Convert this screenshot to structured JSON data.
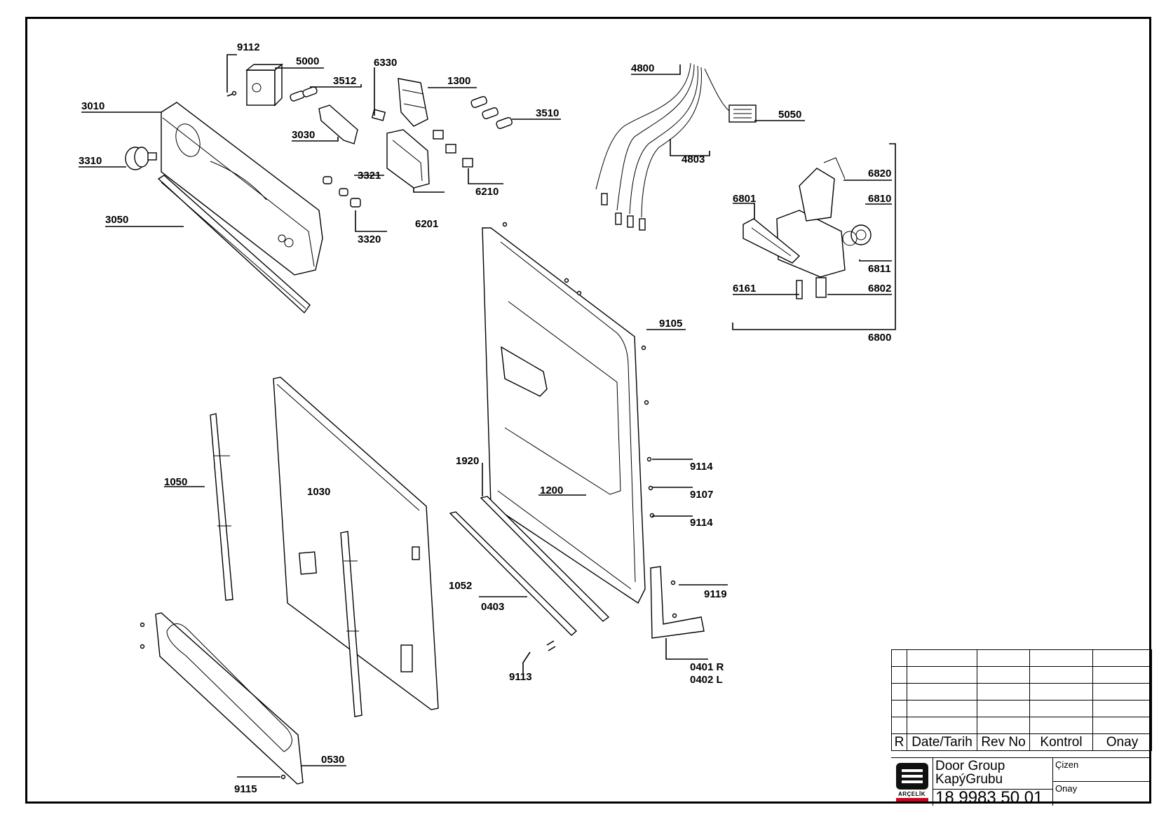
{
  "labels": {
    "l9112": "9112",
    "l5000": "5000",
    "l3512": "3512",
    "l6330": "6330",
    "l1300": "1300",
    "l3010": "3010",
    "l3510": "3510",
    "l3030": "3030",
    "l3310": "3310",
    "l3321": "3321",
    "l6210": "6210",
    "l3050": "3050",
    "l6201": "6201",
    "l3320": "3320",
    "l4800": "4800",
    "l5050": "5050",
    "l4803": "4803",
    "l6820": "6820",
    "l6801": "6801",
    "l6810": "6810",
    "l6811": "6811",
    "l6161": "6161",
    "l6802": "6802",
    "l6800": "6800",
    "l9105": "9105",
    "l1920": "1920",
    "l1200": "1200",
    "l1050": "1050",
    "l1030": "1030",
    "l9114a": "9114",
    "l9107": "9107",
    "l9114b": "9114",
    "l1052": "1052",
    "l0403": "0403",
    "l9119": "9119",
    "l0401": "0401 R",
    "l0402": "0402 L",
    "l9113": "9113",
    "l0530": "0530",
    "l9115": "9115"
  },
  "title_block": {
    "header": [
      "R",
      "Date/Tarih",
      "Rev No",
      "Kontrol",
      "Onay"
    ],
    "title_en": "Door Group",
    "title_tr": "KapýGrubu",
    "drawing_number": "18 9983 50 01",
    "sig_drawn": "Çizen",
    "sig_approved": "Onay",
    "logo_text": "ARÇELİK",
    "brand_color": "#d0021b"
  }
}
